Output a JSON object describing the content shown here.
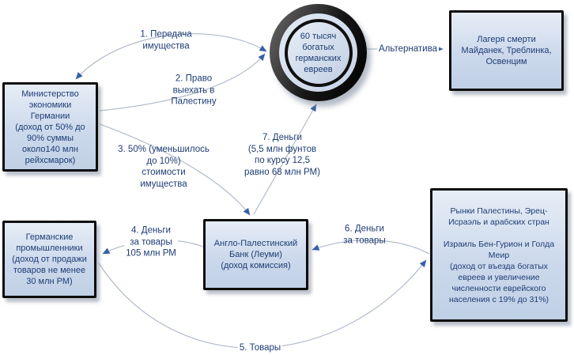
{
  "nodes": {
    "ministry": {
      "text": "Министерство\nэкономики\nГермании\n(доход от 50% до\n90% суммы\nоколо140 млн\nрейхсмарок)"
    },
    "death_camps": {
      "text": "Лагеря смерти\nМайданек, Треблинка,\nОсвенцим"
    },
    "jews": {
      "text": "60 тысяч\nбогатых\nгерманских\nевреев"
    },
    "bank": {
      "text": "Англо-Палестинский\nБанк (Леуми)\n(доход комиссия)"
    },
    "industrialists": {
      "text": "Германские\nпромышленники\n(доход от продажи\nтоваров не менее\n30 млн РМ)"
    },
    "markets": {
      "text": "Рынки Палестины, Эрец-\nИсраэль и арабских стран\n\nИзраиль Бен-Гурион и Голда\nМеир\n(доход от въезда богатых\nевреев и увеличение\nчисленности еврейского\nнаселения с 19% до 31%)"
    }
  },
  "edge_labels": {
    "transfer_property": "1. Передача\nимущества",
    "right_to_leave": "2. Право\nвыехать в\nПалестину",
    "percent_of_value": "3. 50% (уменьшилось\nдо 10%)\nстоимости\nимущества",
    "money_pounds": "7. Деньги\n(5,5 млн фунтов\nпо курсу 12,5\nравно 68 млн РМ)",
    "money_for_goods_105": "4. Деньги\nза товары\n105 млн РМ",
    "goods": "5. Товары",
    "money_for_goods": "6. Деньги\nза товары",
    "alternative": "Альтернатива"
  },
  "colors": {
    "background": "#ffffff",
    "text": "#1e3c74",
    "box_fill_top": "#e6edf6",
    "box_fill_bottom": "#c0d0e5",
    "box_border": "#0c0c0c",
    "line": "#b2bbca",
    "arrowhead": "#3560a8"
  }
}
